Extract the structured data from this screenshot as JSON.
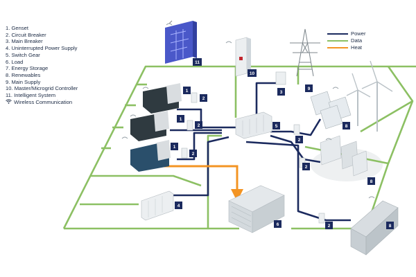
{
  "legend": {
    "items": [
      {
        "num": "1.",
        "label": "Genset"
      },
      {
        "num": "2.",
        "label": "Circuit Breaker"
      },
      {
        "num": "3.",
        "label": "Main Breaker"
      },
      {
        "num": "4.",
        "label": "Uninterrupted Power Supply"
      },
      {
        "num": "5.",
        "label": "Switch Gear"
      },
      {
        "num": "6.",
        "label": "Load"
      },
      {
        "num": "7.",
        "label": "Energy Storage"
      },
      {
        "num": "8.",
        "label": "Renewables"
      },
      {
        "num": "9.",
        "label": "Main Supply"
      },
      {
        "num": "10.",
        "label": "Master/Microgrid Controller"
      },
      {
        "num": "11.",
        "label": "Intelligent System"
      }
    ],
    "wireless_label": "Wireless Communication"
  },
  "flow_legend": {
    "power": {
      "label": "Power",
      "color": "#1b2a5e"
    },
    "data": {
      "label": "Data",
      "color": "#8cc063"
    },
    "heat": {
      "label": "Heat",
      "color": "#f39423"
    }
  },
  "badges": {
    "genset": "1",
    "circuit_breaker": "2",
    "main_breaker": "3",
    "ups": "4",
    "switch_gear": "5",
    "load": "6",
    "main_supply": "9",
    "controller": "10",
    "intelligent_system": "11",
    "renewables": "8"
  },
  "colors": {
    "badge": "#1b2a5e",
    "box_light": "#eceff1",
    "box_mid": "#cfd6db",
    "machine": "#2f3a40"
  }
}
